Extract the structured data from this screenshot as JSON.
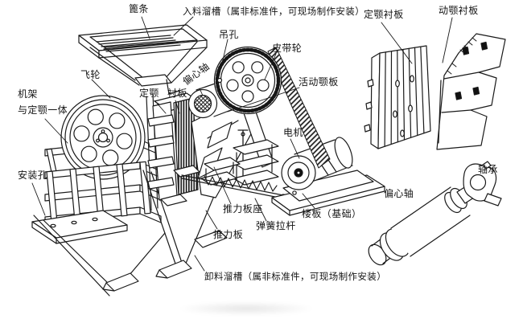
{
  "figure": {
    "kind": "line-art technical diagram",
    "colors": {
      "background": "#ffffff",
      "line": "#1a1a1a",
      "label_text": "#141414"
    }
  },
  "labels": [
    {
      "id": "grate-bars",
      "text": "篦条"
    },
    {
      "id": "feed-chute",
      "text": "入料溜槽（属非标准件，可现场制作安装）"
    },
    {
      "id": "lifting-hole",
      "text": "吊孔"
    },
    {
      "id": "belt-pulley",
      "text": "皮带轮"
    },
    {
      "id": "movable-jaw-plate",
      "text": "活动颚板"
    },
    {
      "id": "flywheel",
      "text": "飞轮"
    },
    {
      "id": "eccentric-shaft",
      "text": "偏心轴"
    },
    {
      "id": "fixed-jaw",
      "text": "定颚"
    },
    {
      "id": "liner-plate",
      "text": "衬板"
    },
    {
      "id": "frame-line1",
      "text": "机架"
    },
    {
      "id": "frame-line2",
      "text": "与定颚一体"
    },
    {
      "id": "motor",
      "text": "电机"
    },
    {
      "id": "mounting-hole",
      "text": "安装孔"
    },
    {
      "id": "toggle-plate-seat",
      "text": "推力板座"
    },
    {
      "id": "toggle-plate",
      "text": "推力板"
    },
    {
      "id": "spring-rod",
      "text": "弹簧拉杆"
    },
    {
      "id": "floor-slab",
      "text": "楼板（基础）"
    },
    {
      "id": "discharge-chute",
      "text": "卸料溜槽（属非标准件，可现场制作安装）"
    },
    {
      "id": "fixed-jaw-liner",
      "text": "定颚衬板"
    },
    {
      "id": "movable-jaw-liner",
      "text": "动颚衬板"
    },
    {
      "id": "eccentric-shaft-part",
      "text": "偏心轴"
    },
    {
      "id": "bearing",
      "text": "轴承"
    }
  ]
}
